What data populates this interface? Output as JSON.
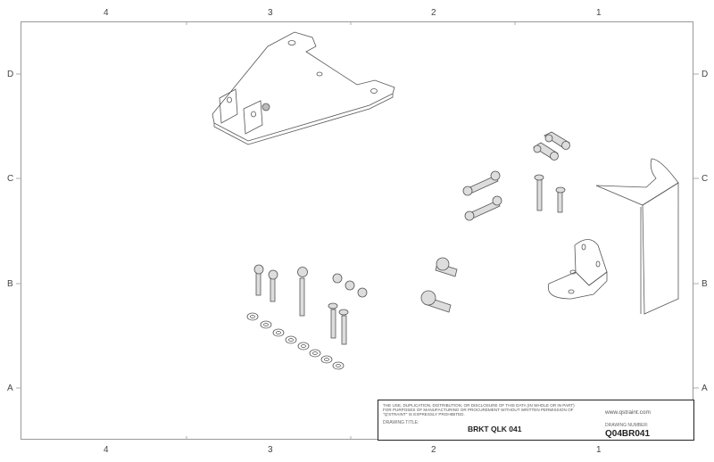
{
  "zones": {
    "columns": [
      "4",
      "3",
      "2",
      "1"
    ],
    "rows": [
      "D",
      "C",
      "B",
      "A"
    ]
  },
  "title_block": {
    "legal_notice": "THE USE, DUPLICATION, DISTRIBUTION, OR DISCLOSURE OF THIS DATA (IN WHOLE OR IN PART) FOR PURPOSES OF MANUFACTURING OR PROCUREMENT WITHOUT WRITTEN PERMISSION OF \"Q'STRAINT\" IS EXPRESSLY PROHIBITED.",
    "drawing_title_label": "DRAWING TITLE:",
    "drawing_title": "BRKT QLK 041",
    "website": "www.qstraint.com",
    "drawing_number_label": "DRAWING NUMBER:",
    "drawing_number": "Q04BR041"
  }
}
